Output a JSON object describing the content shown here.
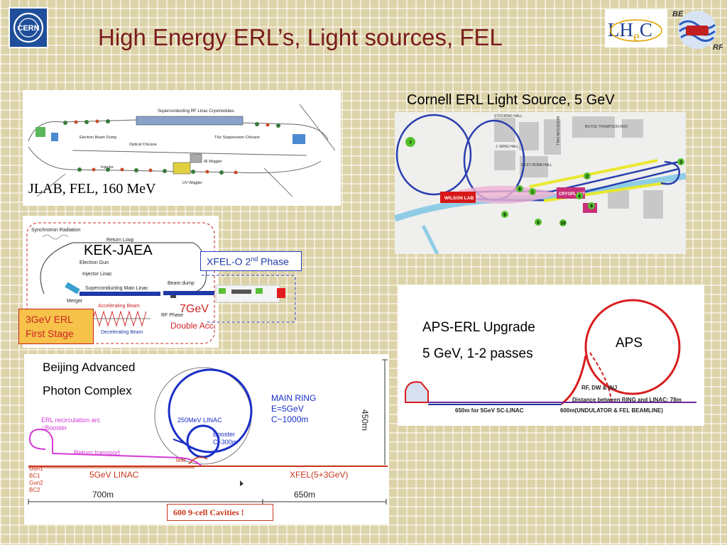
{
  "title": "High Energy ERL’s, Light sources, FEL",
  "logos": {
    "cern": "CERN",
    "lhec_l": "LH",
    "lhec_e": "e",
    "lhec_c": "C",
    "be": "BE",
    "rf": "RF"
  },
  "jlab": {
    "caption": "JLAB, FEL, 160 MeV",
    "top_label": "Superconducting RF Linac Cryomodules",
    "sub_labels": [
      "Optical Chicane",
      "THz Suppression Chicane",
      "UV Wiggler",
      "IR Wiggler",
      "Injector",
      "Electron Beam Dump"
    ]
  },
  "cornell": {
    "caption": "Cornell ERL Light Source, 5 GeV",
    "buildings": [
      "STOCKING HALL",
      "MORRISON HALL",
      "BOYCE THOMPSON INST.",
      "RILEY ROBB HALL",
      "J. WING HALL",
      "WILSON LAB",
      "CRYOPLANT"
    ],
    "markers": [
      "1",
      "2",
      "3",
      "4",
      "5",
      "6",
      "7",
      "8",
      "9",
      "10"
    ]
  },
  "kek": {
    "caption": "KEK-JAEA",
    "labels": {
      "synchrotron": "Synchrotron Radiation",
      "return_loop": "Return Loop",
      "electron_gun": "Electron Gun",
      "injector_linac": "Injector Linac",
      "main_linac": "Superconducting Main Linac",
      "beam_dump": "Beam dump",
      "merger": "Merger",
      "accel_beam": "Accelerating Beam",
      "rf_phase": "RF Phase",
      "decel_beam": "Decelerating Beam"
    },
    "energy_7": "7GeV",
    "double_acc": "Double Acc.",
    "xfel_box_main": "XFEL-O 2",
    "xfel_box_sup": "nd",
    "xfel_box_tail": " Phase",
    "stage_line1": "3GeV ERL",
    "stage_line2": "First Stage"
  },
  "aps": {
    "line1": "APS-ERL Upgrade",
    "line2": "5 GeV, 1-2 passes",
    "ring_label": "APS",
    "rf_label": "RF, DW & INJ",
    "distance": "Distance between RING and LINAC: 78m",
    "linac": "650m for 5GeV SC-LINAC",
    "beamline": "600m(UNDULATOR & FEL BEAMLINE)"
  },
  "beijing": {
    "caption_line1": "Beijing Advanced",
    "caption_line2": "Photon Complex",
    "main_ring": [
      "MAIN RING",
      "E=5GeV",
      "C~1000m"
    ],
    "linac_250": "250MeV LINAC",
    "booster": [
      "Booster",
      "C~300m"
    ],
    "erl_arc": [
      "ERL recirculation arc",
      "=Booster"
    ],
    "return": "Return transport",
    "test": "test",
    "linac_5": "5GeV LINAC",
    "xfel": "XFEL(5+3GeV)",
    "gun_labels": [
      "Gun1",
      "BC1",
      "Gun2",
      "BC2"
    ],
    "dim_700": "700m",
    "dim_650": "650m",
    "dim_450": "450m",
    "cavities": "600 9-cell Cavities !"
  },
  "colors": {
    "title": "#7a1c1c",
    "kek_red": "#cc2222",
    "kek_blue": "#1f3aa6",
    "stage_bg": "#f6c24a",
    "beijing_blue": "#1a2fc8",
    "beijing_red": "#c8361a",
    "beijing_magenta": "#d43ad4",
    "aps_red": "#d81e1e"
  }
}
